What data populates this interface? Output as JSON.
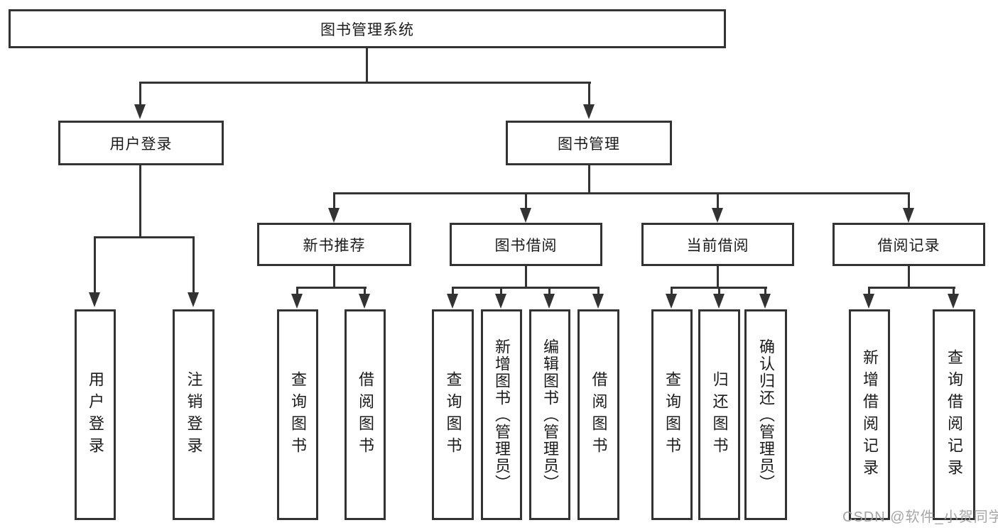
{
  "diagram": {
    "title": "图书管理系统",
    "root": {
      "label": "图书管理系统"
    },
    "level2": {
      "user_login": {
        "label": "用户登录"
      },
      "book_mgmt": {
        "label": "图书管理"
      }
    },
    "level3": [
      {
        "label": "新书推荐"
      },
      {
        "label": "图书借阅"
      },
      {
        "label": "当前借阅"
      },
      {
        "label": "借阅记录"
      }
    ],
    "leaves_login": [
      "用户登录",
      "注销登录"
    ],
    "leaves_recommend": [
      "查询图书",
      "借阅图书"
    ],
    "leaves_borrow": [
      "查询图书",
      "新增图书（管理员）",
      "编辑图书（管理员）",
      "借阅图书"
    ],
    "leaves_current": [
      "查询图书",
      "归还图书",
      "确认归还（管理员）"
    ],
    "leaves_records": [
      "新增借阅记录",
      "查询借阅记录"
    ]
  },
  "watermark": "CSDN @软件_小贺同学",
  "colors": {
    "line": "#333333",
    "box_border": "#333333",
    "text": "#1b1b1b",
    "background": "#ffffff",
    "watermark": "#9e9e9e"
  }
}
